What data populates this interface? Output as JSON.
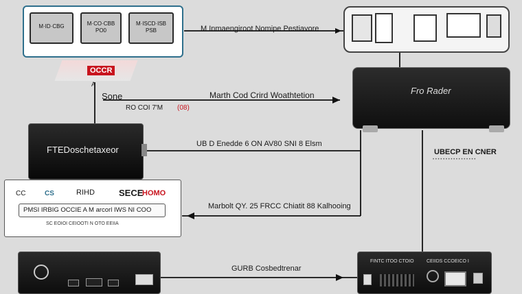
{
  "top_panel": {
    "slots": [
      {
        "line1": "M·ID·CBG",
        "line2": ""
      },
      {
        "line1": "M·CO·CBB",
        "line2": "PO0"
      },
      {
        "line1": "M·ISCD·ISB",
        "line2": "PSB"
      }
    ]
  },
  "labels": {
    "top_link": "M Inmaengiroot Nomipe Pestiavore",
    "logo_badge": "OCCR",
    "port_a": "A",
    "source_side": "Sone",
    "source_code": "RO COI 7'M",
    "source_code_red": "(08)",
    "link2": "Marth Cod Crird Woathtetion",
    "recorder_brand": "Fro Rader",
    "encoder_brand": "FTEDoschetaxeor",
    "link3": "UB D Enedde 6 ON AV80 SNI 8 Elsm",
    "owner_title": "UBECP EN CNER",
    "owner_sub": "• • • • • • • •     • • • • • • • • •",
    "card_left_a": "CC",
    "card_left_b": "CS",
    "card_center": "RIHD",
    "card_right_black": "SECE",
    "card_right_red": "HOMO",
    "card_field": "PMSI IRBIG OCCIE A M arcorl IWS NI COO",
    "card_foot": "SC EOIOI CEIOOTI N OTO EEIIA",
    "link4": "Marbolt QY. 25 FRCC Chiatit 88 Kalhooing",
    "link5": "GURB Cosbedtrenar",
    "bottom_right_labels": "FINTC ITOO CTOIO",
    "bottom_right_labels2": "CEIIDS CCOEICO I"
  },
  "colors": {
    "accent": "#2e6f8c",
    "red": "#c8141e",
    "device_dark": "#1b1b1b",
    "wire": "#111111"
  }
}
